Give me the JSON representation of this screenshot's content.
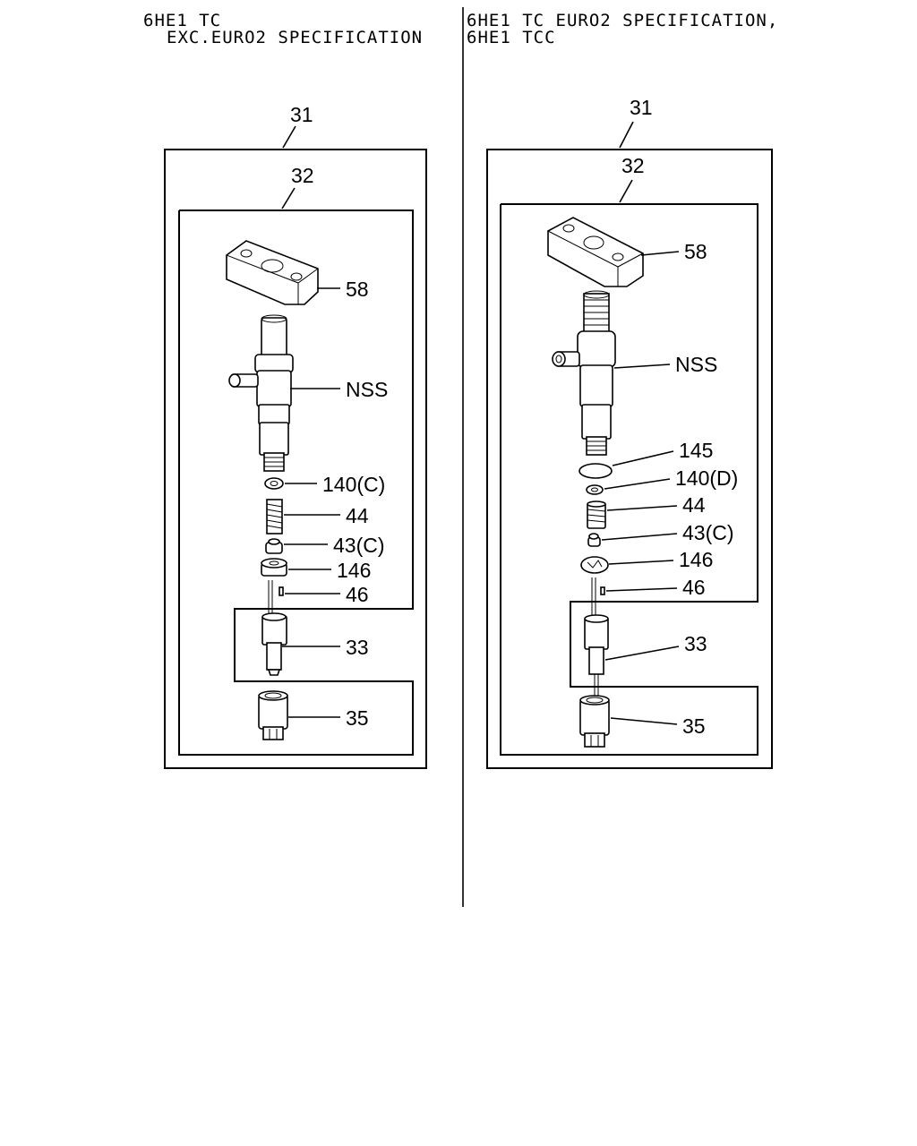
{
  "left_panel": {
    "header_line1": "6HE1 TC",
    "header_line2": "EXC.EURO2 SPECIFICATION",
    "labels": {
      "assembly": "31",
      "holder": "32",
      "bracket": "58",
      "body": "NSS",
      "washer": "140(C)",
      "spring": "44",
      "seat": "43(C)",
      "spacer": "146",
      "pin": "46",
      "nozzle": "33",
      "nut": "35"
    }
  },
  "right_panel": {
    "header_line1": "6HE1 TC EURO2 SPECIFICATION,",
    "header_line2": "6HE1 TCC",
    "labels": {
      "assembly": "31",
      "holder": "32",
      "bracket": "58",
      "body": "NSS",
      "oring": "145",
      "washer": "140(D)",
      "spring": "44",
      "seat": "43(C)",
      "spacer": "146",
      "pin": "46",
      "nozzle": "33",
      "nut": "35"
    }
  }
}
